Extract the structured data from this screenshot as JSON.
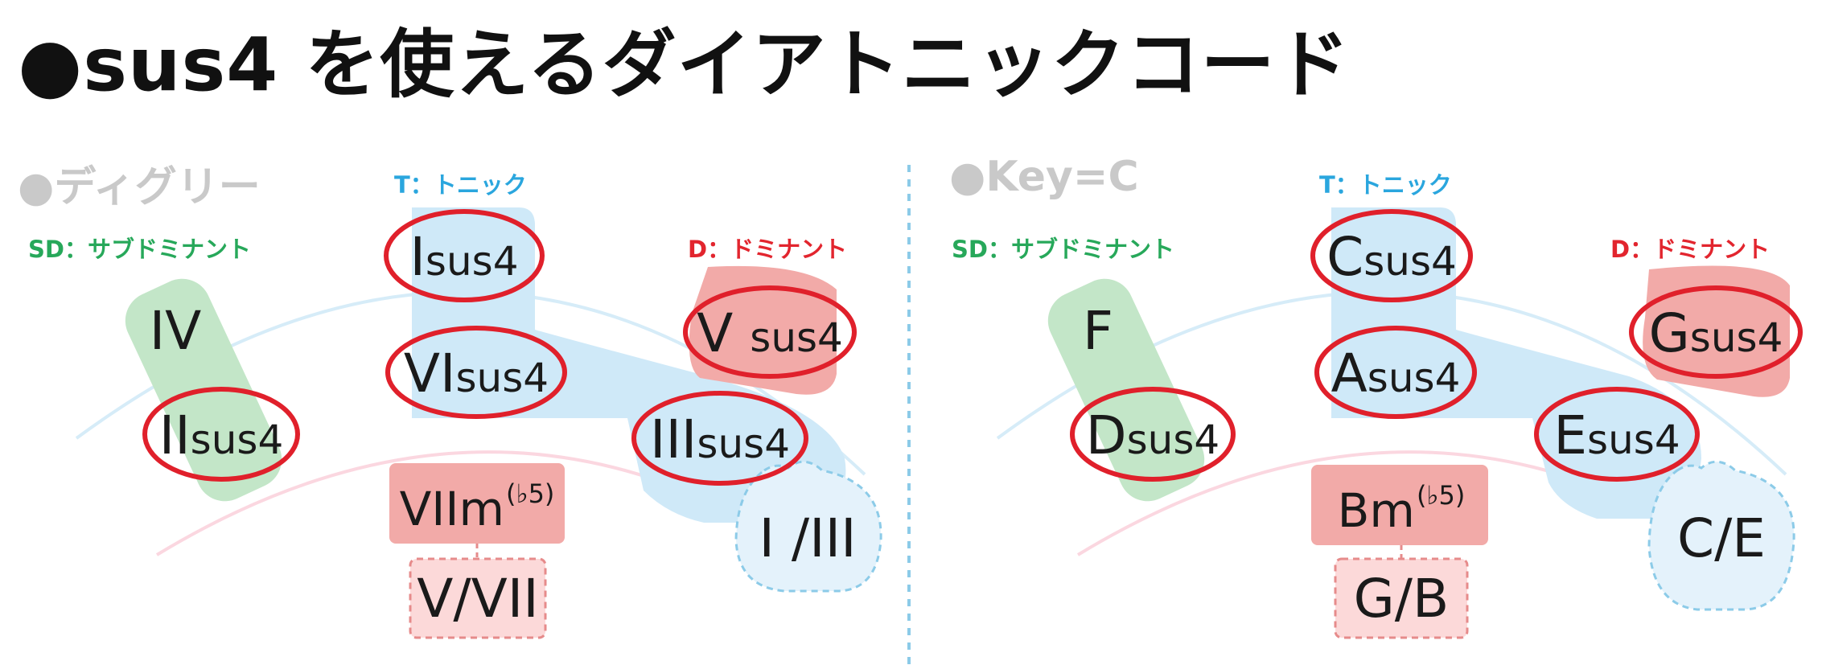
{
  "title": "●sus4 を使えるダイアトニックコード",
  "colors": {
    "tonic": "#2aa6de",
    "subdominant": "#27a85a",
    "dominant": "#e2252e",
    "tonic_fill": "#cfe9f8",
    "sub_fill": "#c3e6c8",
    "dom_fill": "#f2aaa8",
    "ring": "#e0202b",
    "divider": "#8ccbe8"
  },
  "left": {
    "heading": "●ディグリー",
    "labels": {
      "sd": "SD：サブドミナント",
      "t": "T：トニック",
      "d": "D：ドミナント"
    },
    "chords": {
      "iv": "IV",
      "ii": {
        "root": "II",
        "suffix": "sus4"
      },
      "i": {
        "root": "I",
        "suffix": "sus4"
      },
      "vi": {
        "root": "VI",
        "suffix": "sus4"
      },
      "v": {
        "root": "V ",
        "suffix": "sus4"
      },
      "iii": {
        "root": "III",
        "suffix": "sus4"
      },
      "vii": {
        "root": "VIIm",
        "suffix": "(♭5)"
      },
      "v_vii": "V/VII",
      "i_iii": "I /III"
    }
  },
  "right": {
    "heading": "●Key=C",
    "labels": {
      "sd": "SD：サブドミナント",
      "t": "T：トニック",
      "d": "D：ドミナント"
    },
    "chords": {
      "f": "F",
      "d": {
        "root": "D",
        "suffix": "sus4"
      },
      "c": {
        "root": "C",
        "suffix": "sus4"
      },
      "a": {
        "root": "A",
        "suffix": "sus4"
      },
      "g": {
        "root": "G",
        "suffix": "sus4"
      },
      "e": {
        "root": "E",
        "suffix": "sus4"
      },
      "bm": {
        "root": "Bm",
        "suffix": "(♭5)"
      },
      "g_b": "G/B",
      "c_e": "C/E"
    }
  }
}
